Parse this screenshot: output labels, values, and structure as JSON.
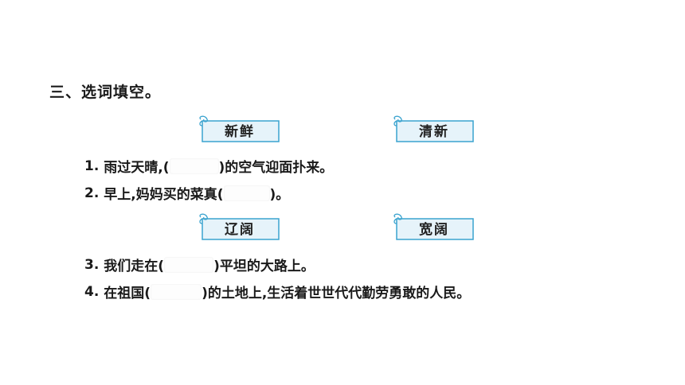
{
  "section_title": "三、选词填空。",
  "cards": {
    "group1": [
      "新鲜",
      "清新"
    ],
    "group2": [
      "辽阔",
      "宽阔"
    ]
  },
  "questions": [
    {
      "num": "1.",
      "before": "雨过天晴,(",
      "after": ")的空气迎面扑来。"
    },
    {
      "num": "2.",
      "before": "早上,妈妈买的菜真(",
      "after": ")。"
    },
    {
      "num": "3.",
      "before": "我们走在(",
      "after": ")平坦的大路上。"
    },
    {
      "num": "4.",
      "before": "在祖国(",
      "after": ")的土地上,生活着世世代代勤劳勇敢的人民。"
    }
  ],
  "colors": {
    "card_fill": "#e6f3fa",
    "card_border": "#3aa3cf"
  }
}
